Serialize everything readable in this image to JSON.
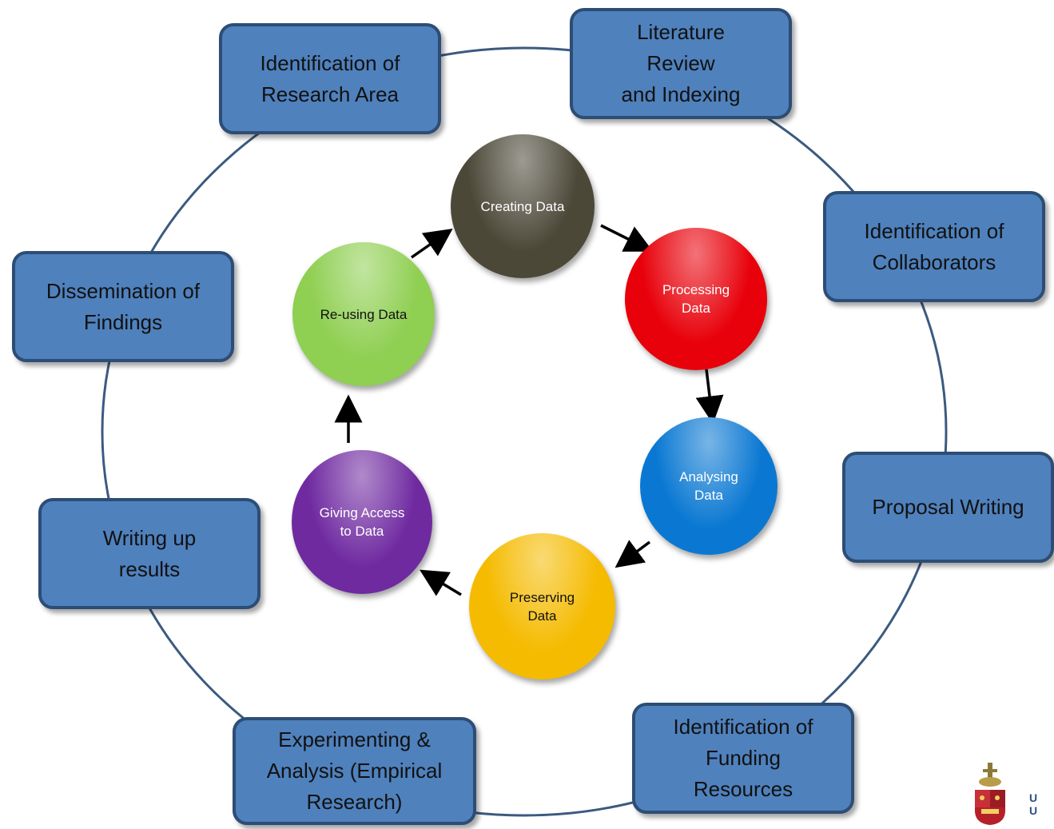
{
  "colors": {
    "box_fill": "#4f81bd",
    "box_border": "#2c4d75",
    "ring_line": "#3b5a80",
    "arrow": "#000000"
  },
  "outer_cycle": [
    {
      "id": "research-area",
      "label": "Identification of\nResearch Area"
    },
    {
      "id": "literature-review",
      "label": "Literature\nReview\nand Indexing"
    },
    {
      "id": "collaborators",
      "label": "Identification of\nCollaborators"
    },
    {
      "id": "proposal-writing",
      "label": "Proposal Writing"
    },
    {
      "id": "funding-resources",
      "label": "Identification of\nFunding\nResources"
    },
    {
      "id": "experimenting-analysis",
      "label": "Experimenting &\nAnalysis  (Empirical\nResearch)"
    },
    {
      "id": "writing-up",
      "label": "Writing up\nresults"
    },
    {
      "id": "dissemination",
      "label": "Dissemination of\nFindings"
    }
  ],
  "inner_cycle": [
    {
      "id": "creating-data",
      "label": "Creating Data",
      "color": "#4b4838",
      "text_color": "#ffffff"
    },
    {
      "id": "processing-data",
      "label": "Processing\nData",
      "color": "#e8000a",
      "text_color": "#ffffff"
    },
    {
      "id": "analysing-data",
      "label": "Analysing\nData",
      "color": "#0a78d2",
      "text_color": "#ffffff"
    },
    {
      "id": "preserving-data",
      "label": "Preserving\nData",
      "color": "#f5bb00",
      "text_color": "#111111"
    },
    {
      "id": "giving-access",
      "label": "Giving Access\nto Data",
      "color": "#6f2aa0",
      "text_color": "#ffffff"
    },
    {
      "id": "reusing-data",
      "label": "Re-using Data",
      "color": "#8fcf52",
      "text_color": "#111111"
    }
  ],
  "logo": {
    "name": "university-crest",
    "text": "U\nU"
  }
}
